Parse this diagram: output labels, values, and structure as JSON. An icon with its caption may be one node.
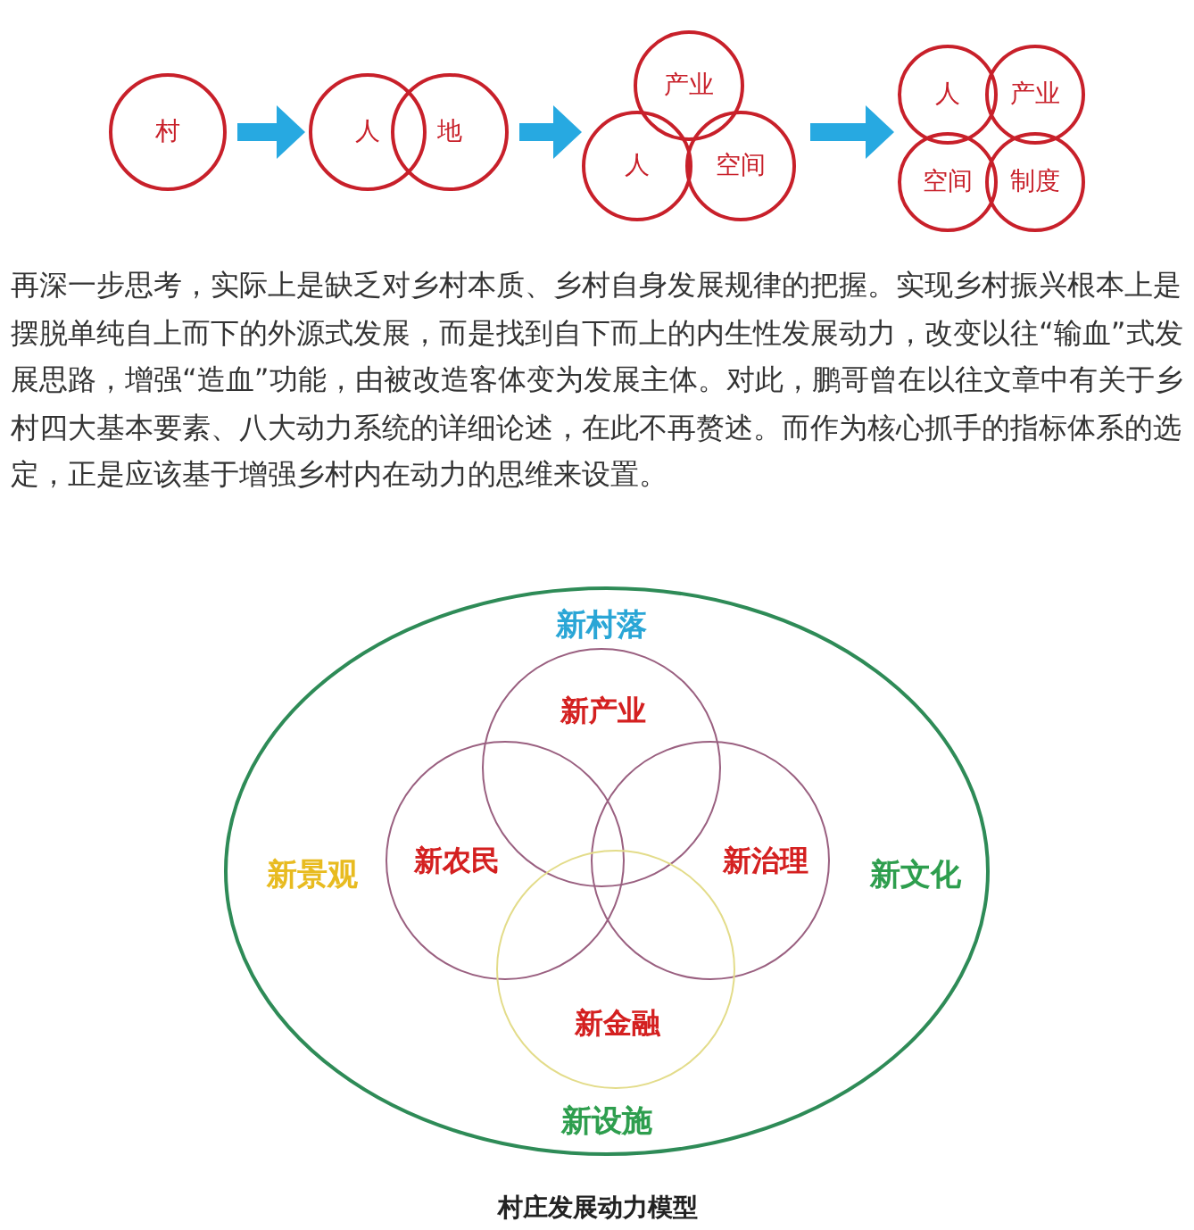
{
  "diagram": {
    "caption": "村庄发展动力模型",
    "nodes": [
      {
        "text": [
          "村"
        ]
      },
      {
        "text": [
          "人"
        ]
      },
      {
        "text": [
          "地"
        ]
      },
      {
        "text": [
          "产业"
        ]
      },
      {
        "text": [
          "人"
        ]
      },
      {
        "text": [
          "空间"
        ]
      },
      {
        "text": [
          "人"
        ]
      },
      {
        "text": [
          "产业"
        ]
      },
      {
        "text": [
          "空间"
        ]
      },
      {
        "text": [
          "制度"
        ]
      },
      {
        "text": [
          "新村落",
          "新景观",
          "新文化",
          "新设施"
        ]
      },
      {
        "text": [
          "新产业"
        ],
        "in": 10
      },
      {
        "text": [
          "新农民"
        ],
        "in": 10
      },
      {
        "text": [
          "新治理"
        ],
        "in": 10
      },
      {
        "text": [
          "新金融"
        ],
        "in": 10
      }
    ],
    "edges": [
      {
        "from": 0,
        "to": 1,
        "arrow": "to"
      },
      {
        "from": 2,
        "to": 4,
        "arrow": "to"
      },
      {
        "from": 5,
        "to": 6,
        "arrow": "to"
      }
    ],
    "labels": [
      "再深一步思考，实际上是缺乏对乡村本质、乡村自身发展规律的把握。实现乡村振兴根本上是摆脱单纯自上而下的外源式发展，而是找到自下而上的内生性发展动力，改变以往“输血”式发展思路，增强“造血”功能，由被改造客体变为发展主体。对此，鹏哥曾在以往文章中有关于乡村四大基本要素、八大动力系统的详细论述，在此不再赘述。而作为核心抓手的指标体系的选定，正是应该基于增强乡村内在动力的思维来设置。"
    ]
  }
}
